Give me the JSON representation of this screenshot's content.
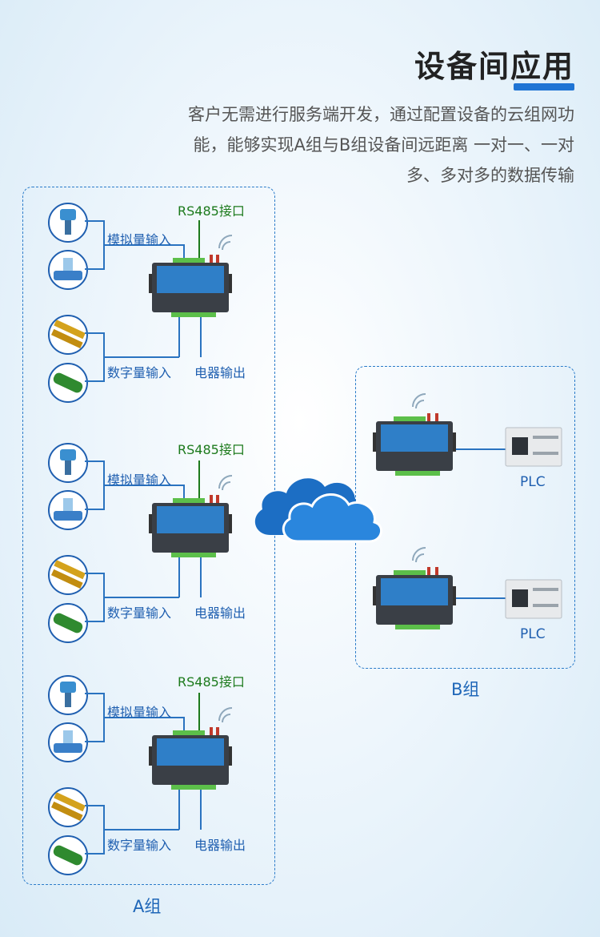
{
  "header": {
    "title": "设备间应用",
    "description_lines": [
      "客户无需进行服务端开发，通过配置设备的云组网功",
      "能，能够实现A组与B组设备间远距离 一对一、一对",
      "多、多对多的数据传输"
    ]
  },
  "group_a": {
    "label": "A组",
    "units": [
      {
        "rs485": "RS485接口",
        "analog": "模拟量输入",
        "digital": "数字量输入",
        "relay": "电器输出"
      },
      {
        "rs485": "RS485接口",
        "analog": "模拟量输入",
        "digital": "数字量输入",
        "relay": "电器输出"
      },
      {
        "rs485": "RS485接口",
        "analog": "模拟量输入",
        "digital": "数字量输入",
        "relay": "电器输出"
      }
    ]
  },
  "group_b": {
    "label": "B组",
    "plcs": [
      "PLC",
      "PLC"
    ]
  },
  "colors": {
    "accent": "#1f74d4",
    "cloud": "#1c6ec4",
    "rs485_text": "#1c7a1c",
    "label_text": "#1f5fb0"
  }
}
